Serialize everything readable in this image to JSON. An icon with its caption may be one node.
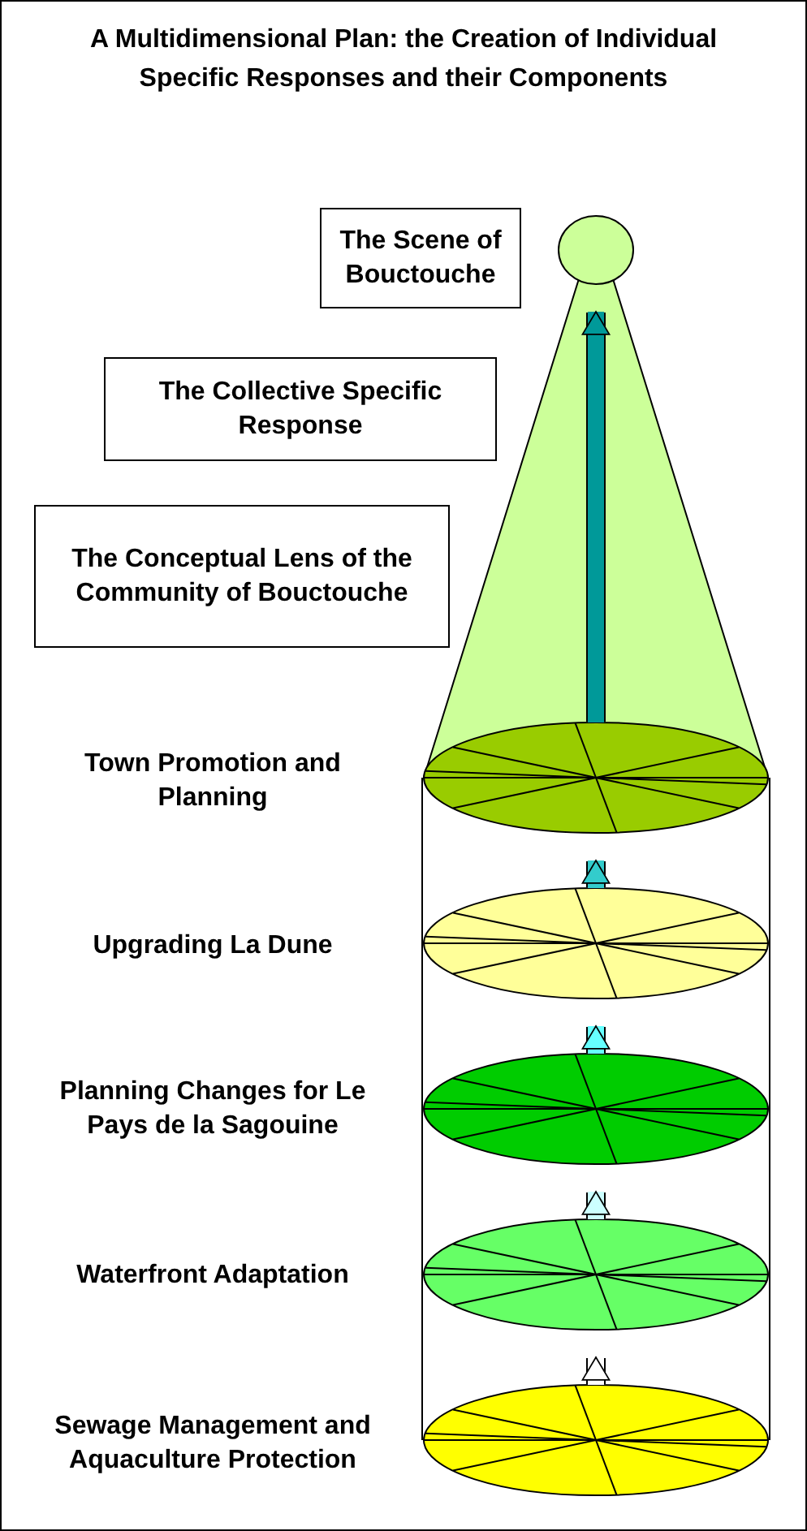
{
  "diagram": {
    "title": "A Multidimensional Plan: the Creation of Individual Specific Responses and their Components",
    "nodes": [
      {
        "text": [
          "The Scene of Bouctouche"
        ]
      },
      {
        "text": [
          "The Collective Specific Response"
        ]
      },
      {
        "text": [
          "The Conceptual Lens of the Community of Bouctouche"
        ]
      },
      {
        "text": [],
        "shape": "circle"
      },
      {
        "text": [],
        "shape": "ellipse",
        "beside": [
          "Town Promotion and Planning"
        ]
      },
      {
        "text": [],
        "shape": "ellipse",
        "beside": [
          "Upgrading La Dune"
        ]
      },
      {
        "text": [],
        "shape": "ellipse",
        "beside": [
          "Planning Changes for Le Pays de la Sagouine"
        ]
      },
      {
        "text": [],
        "shape": "ellipse",
        "beside": [
          "Waterfront Adaptation"
        ]
      },
      {
        "text": [],
        "shape": "ellipse",
        "beside": [
          "Sewage Management and Aquaculture Protection"
        ]
      }
    ],
    "edges": [
      {
        "from": 4,
        "to": 3,
        "arrow": "to",
        "color": "#009999"
      },
      {
        "from": 5,
        "to": 4,
        "arrow": "to",
        "color": "#33cccc"
      },
      {
        "from": 6,
        "to": 5,
        "arrow": "to",
        "color": "#66ffff"
      },
      {
        "from": 7,
        "to": 6,
        "arrow": "to",
        "color": "#ccffff"
      },
      {
        "from": 8,
        "to": 7,
        "arrow": "to",
        "color": "#ffffff"
      }
    ]
  }
}
